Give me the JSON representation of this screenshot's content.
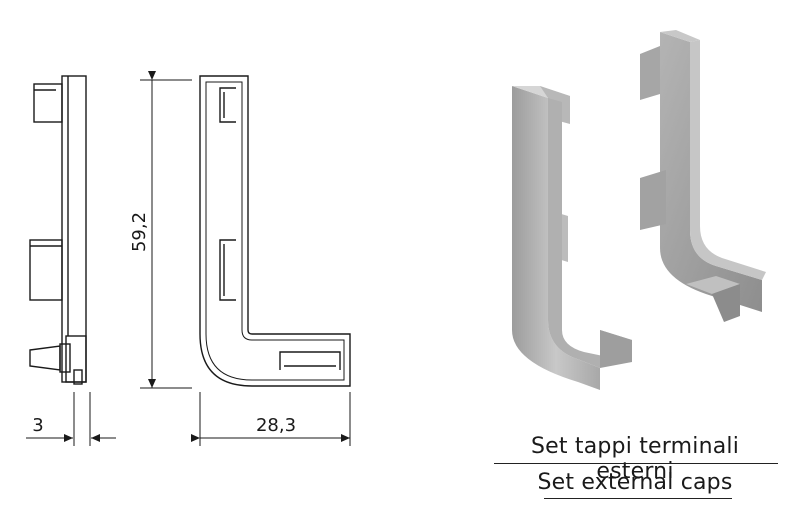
{
  "dimensions": {
    "height": "59,2",
    "width": "28,3",
    "thickness": "3"
  },
  "caption": {
    "line1": "Set tappi terminali esterni",
    "line2": "Set external caps"
  },
  "colors": {
    "line": "#1a1a1a",
    "part_light": "#c4c4c4",
    "part_mid": "#a9a9a9",
    "part_dark": "#8a8a8a"
  }
}
